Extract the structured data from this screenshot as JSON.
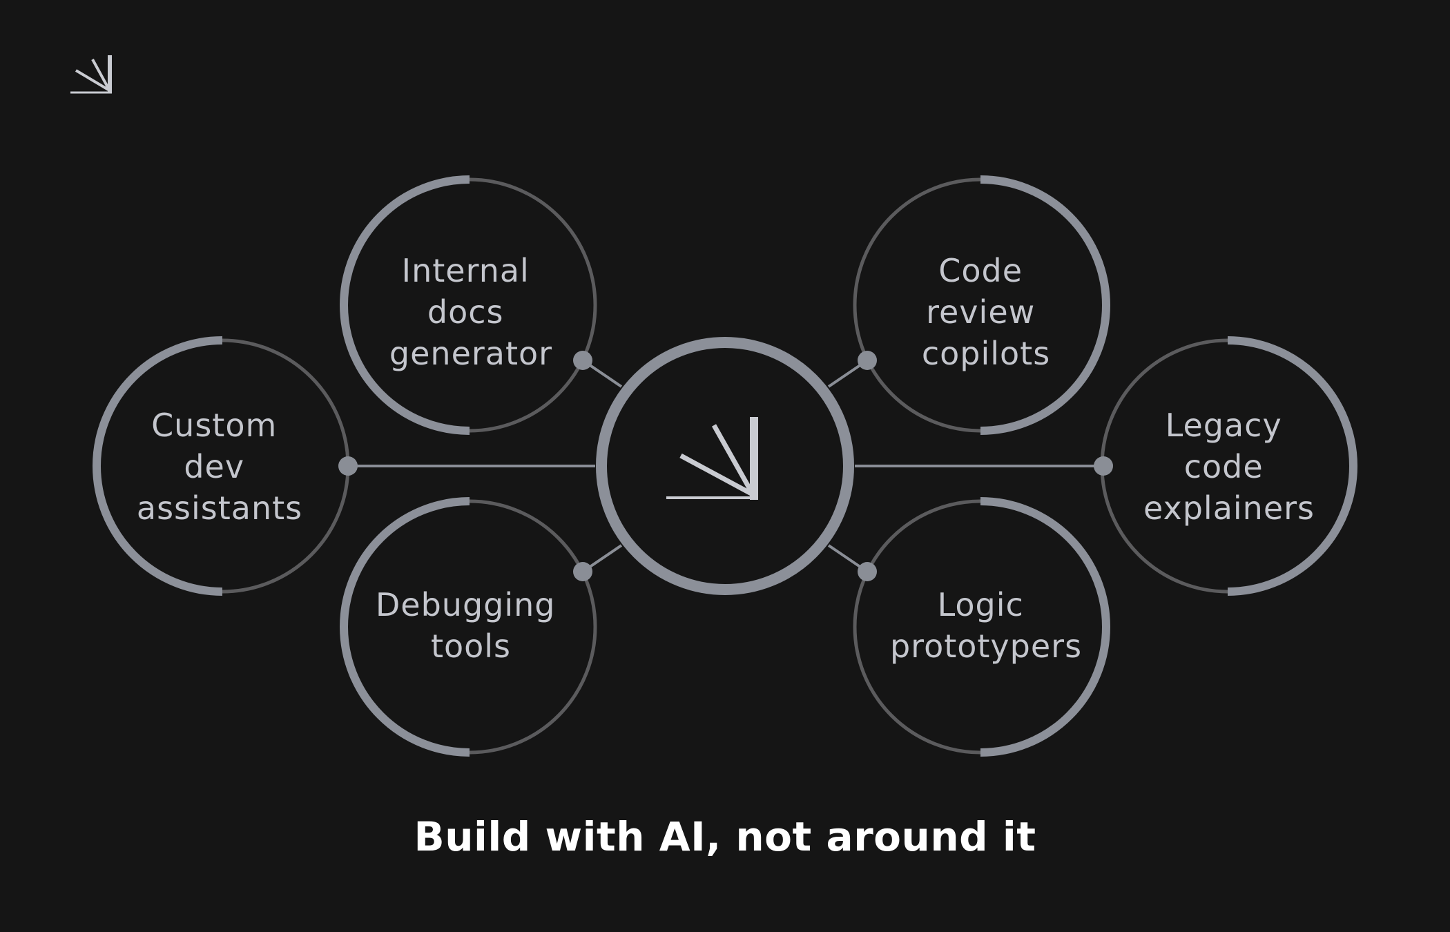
{
  "colors": {
    "background": "#151515",
    "ring_bright": "#8c9099",
    "ring_dim": "#5b5b5d",
    "connector": "#8a8e96",
    "label_text": "#c4c6cd",
    "logo": "#c9cbd1",
    "caption_text": "#ffffff"
  },
  "logo": {
    "icon": "arrow-burst-logo-icon"
  },
  "hub": {
    "icon": "arrow-burst-logo-icon"
  },
  "nodes": [
    {
      "id": "internal-docs",
      "lines": [
        "Internal",
        "docs",
        "generator"
      ]
    },
    {
      "id": "code-review",
      "lines": [
        "Code",
        "review",
        "copilots"
      ]
    },
    {
      "id": "custom-dev",
      "lines": [
        "Custom",
        "dev",
        "assistants"
      ]
    },
    {
      "id": "legacy-code",
      "lines": [
        "Legacy",
        "code",
        "explainers"
      ]
    },
    {
      "id": "debugging",
      "lines": [
        "Debugging",
        "tools"
      ]
    },
    {
      "id": "logic-proto",
      "lines": [
        "Logic",
        "prototypers"
      ]
    }
  ],
  "caption": "Build with AI, not around it"
}
